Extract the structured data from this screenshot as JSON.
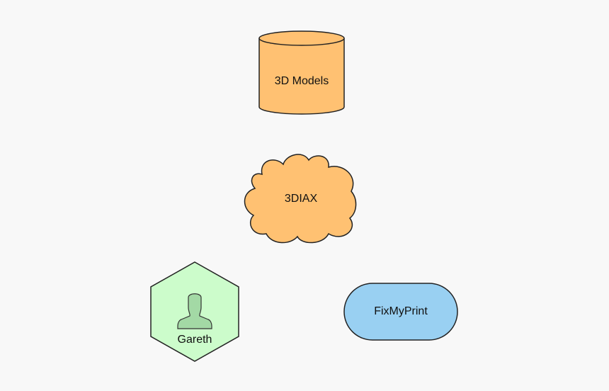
{
  "diagram": {
    "nodes": {
      "models": {
        "label": "3D Models",
        "shape": "cylinder",
        "color": "#ffc172"
      },
      "cloud": {
        "label": "3DIAX",
        "shape": "cloud",
        "color": "#ffc172"
      },
      "user": {
        "label": "Gareth",
        "shape": "hexagon",
        "color": "#ccfccb",
        "icon": "person-icon",
        "icon_color": "#a3d9a5"
      },
      "app": {
        "label": "FixMyPrint",
        "shape": "rounded-pill",
        "color": "#99d0f2"
      }
    }
  }
}
